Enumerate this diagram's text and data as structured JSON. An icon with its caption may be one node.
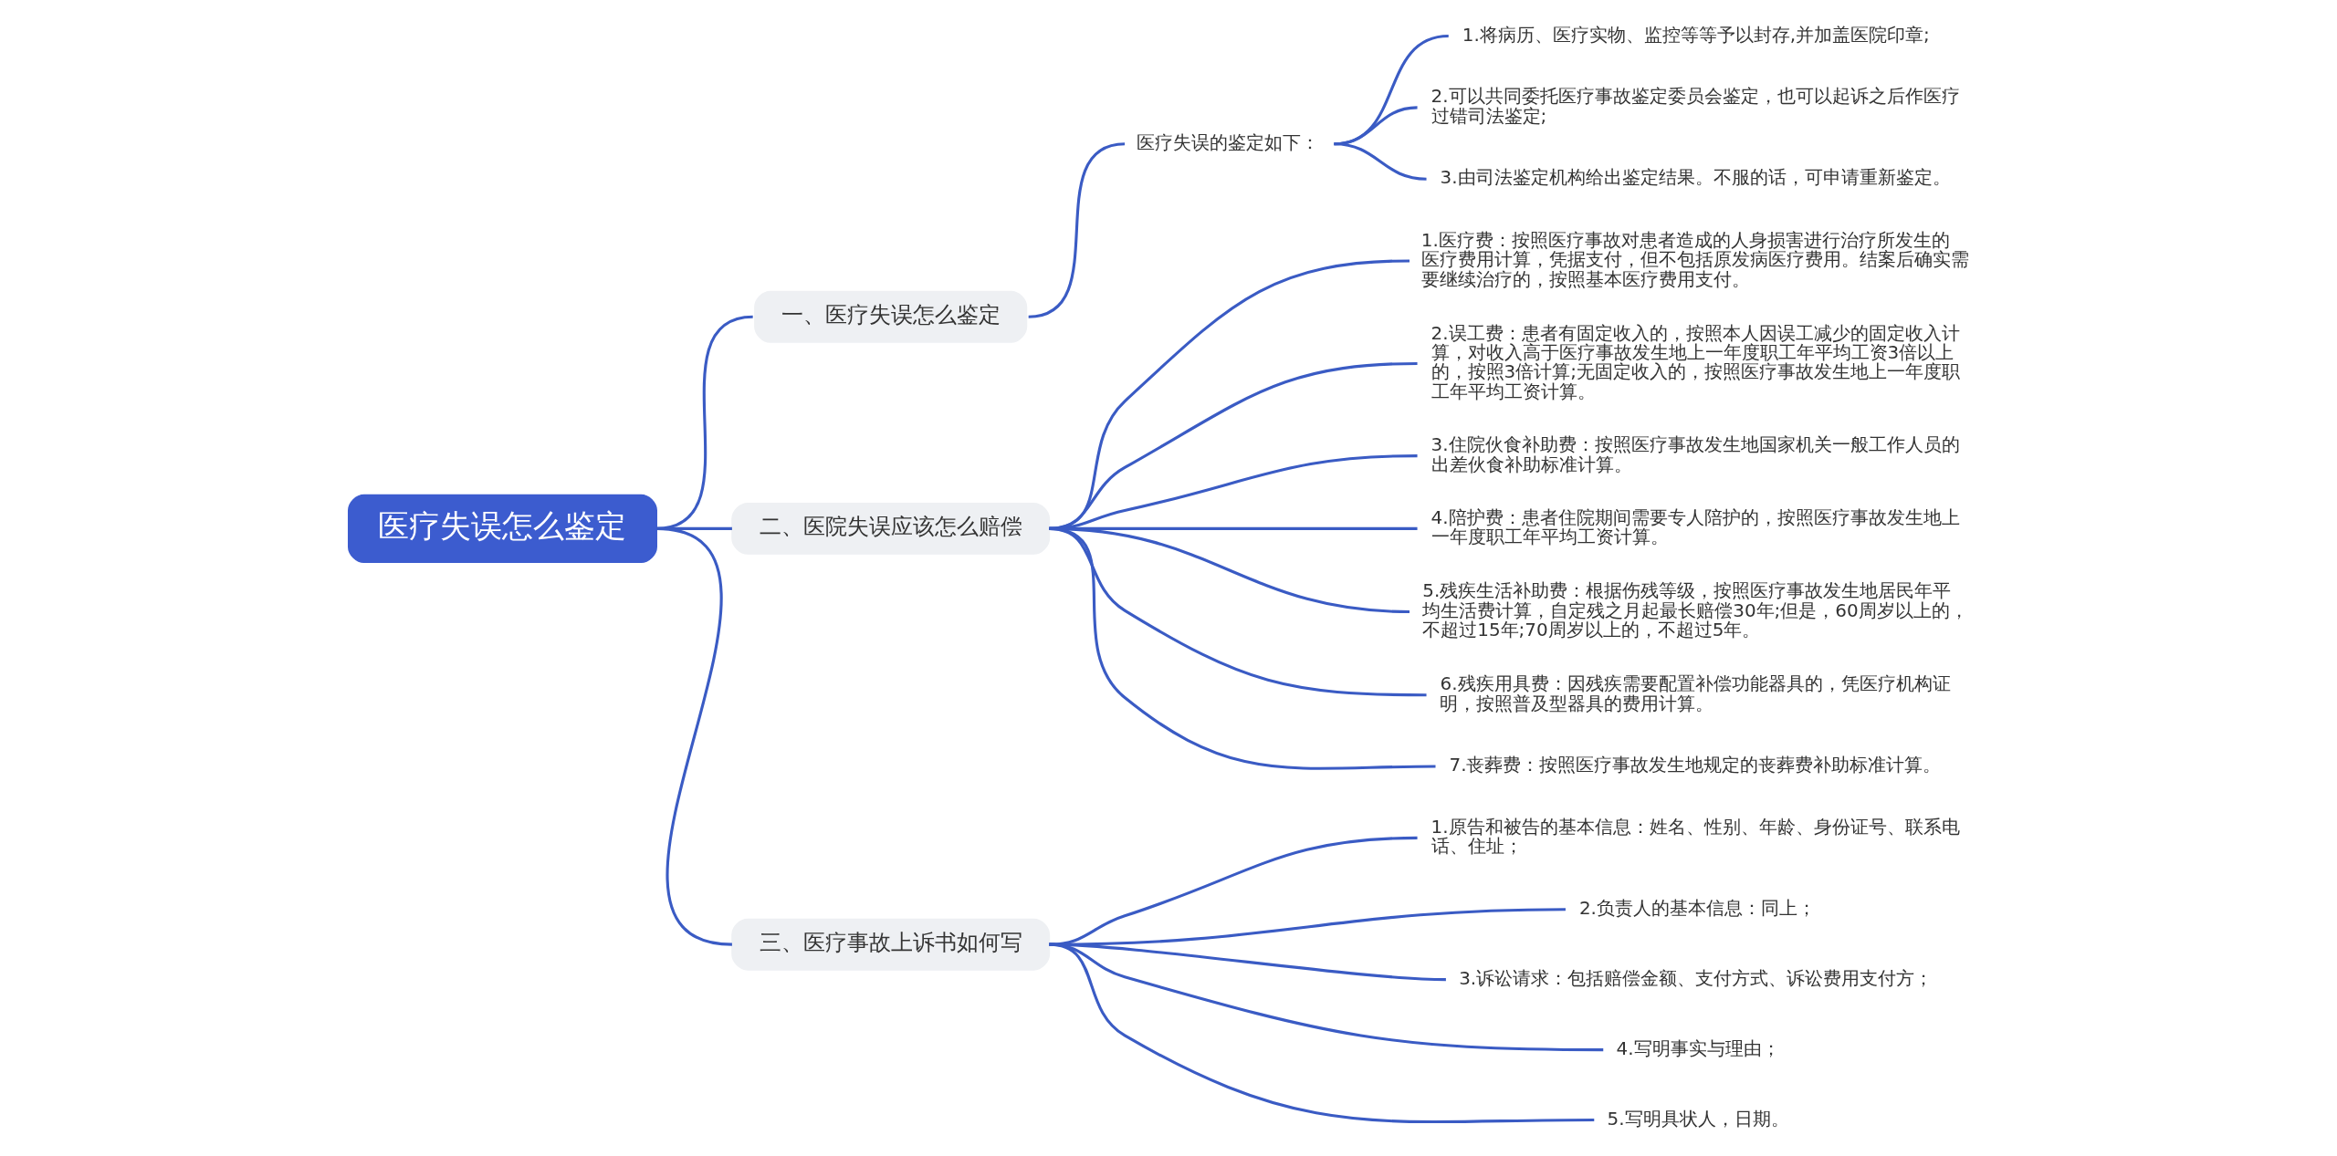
{
  "diagram": {
    "nodes": [
      {
        "text": [
          "医疗失误怎么鉴定"
        ]
      },
      {
        "text": [
          "一、医疗失误怎么鉴定"
        ]
      },
      {
        "text": [
          "医疗失误的鉴定如下："
        ]
      },
      {
        "text": [
          "1.将病历、医疗实物、监控等等予以封存,并加盖医院印章;"
        ]
      },
      {
        "text": [
          "2.可以共同委托医疗事故鉴定委员会鉴定，也可以起诉之后作医疗过错司法鉴定;"
        ]
      },
      {
        "text": [
          "3.由司法鉴定机构给出鉴定结果。不服的话，可申请重新鉴定。"
        ]
      },
      {
        "text": [
          "二、医院失误应该怎么赔偿"
        ]
      },
      {
        "text": [
          "1.医疗费：按照医疗事故对患者造成的人身损害进行治疗所发生的医疗费用计算，凭据支付，但不包括原发病医疗费用。结案后确实需要继续治疗的，按照基本医疗费用支付。"
        ]
      },
      {
        "text": [
          "2.误工费：患者有固定收入的，按照本人因误工减少的固定收入计算，对收入高于医疗事故发生地上一年度职工年平均工资3倍以上的，按照3倍计算;无固定收入的，按照医疗事故发生地上一年度职工年平均工资计算。"
        ]
      },
      {
        "text": [
          "3.住院伙食补助费：按照医疗事故发生地国家机关一般工作人员的出差伙食补助标准计算。"
        ]
      },
      {
        "text": [
          "4.陪护费：患者住院期间需要专人陪护的，按照医疗事故发生地上一年度职工年平均工资计算。"
        ]
      },
      {
        "text": [
          "5.残疾生活补助费：根据伤残等级，按照医疗事故发生地居民年平均生活费计算，自定残之月起最长赔偿30年;但是，60周岁以上的，不超过15年;70周岁以上的，不超过5年。"
        ]
      },
      {
        "text": [
          "6.残疾用具费：因残疾需要配置补偿功能器具的，凭医疗机构证明，按照普及型器具的费用计算。"
        ]
      },
      {
        "text": [
          "7.丧葬费：按照医疗事故发生地规定的丧葬费补助标准计算。"
        ]
      },
      {
        "text": [
          "三、医疗事故上诉书如何写"
        ]
      },
      {
        "text": [
          "1.原告和被告的基本信息：姓名、性别、年龄、身份证号、联系电话、住址；"
        ]
      },
      {
        "text": [
          "2.负责人的基本信息：同上；"
        ]
      },
      {
        "text": [
          "3.诉讼请求：包括赔偿金额、支付方式、诉讼费用支付方；"
        ]
      },
      {
        "text": [
          "4.写明事实与理由；"
        ]
      },
      {
        "text": [
          "5.写明具状人，日期。"
        ]
      }
    ],
    "edges": [
      {
        "from": 0,
        "to": 1,
        "arrow": "none"
      },
      {
        "from": 1,
        "to": 2,
        "arrow": "none"
      },
      {
        "from": 2,
        "to": 3,
        "arrow": "none"
      },
      {
        "from": 2,
        "to": 4,
        "arrow": "none"
      },
      {
        "from": 2,
        "to": 5,
        "arrow": "none"
      },
      {
        "from": 0,
        "to": 6,
        "arrow": "none"
      },
      {
        "from": 6,
        "to": 7,
        "arrow": "none"
      },
      {
        "from": 6,
        "to": 8,
        "arrow": "none"
      },
      {
        "from": 6,
        "to": 9,
        "arrow": "none"
      },
      {
        "from": 6,
        "to": 10,
        "arrow": "none"
      },
      {
        "from": 6,
        "to": 11,
        "arrow": "none"
      },
      {
        "from": 6,
        "to": 12,
        "arrow": "none"
      },
      {
        "from": 6,
        "to": 13,
        "arrow": "none"
      },
      {
        "from": 0,
        "to": 14,
        "arrow": "none"
      },
      {
        "from": 14,
        "to": 15,
        "arrow": "none"
      },
      {
        "from": 14,
        "to": 16,
        "arrow": "none"
      },
      {
        "from": 14,
        "to": 17,
        "arrow": "none"
      },
      {
        "from": 14,
        "to": 18,
        "arrow": "none"
      },
      {
        "from": 14,
        "to": 19,
        "arrow": "none"
      }
    ]
  }
}
